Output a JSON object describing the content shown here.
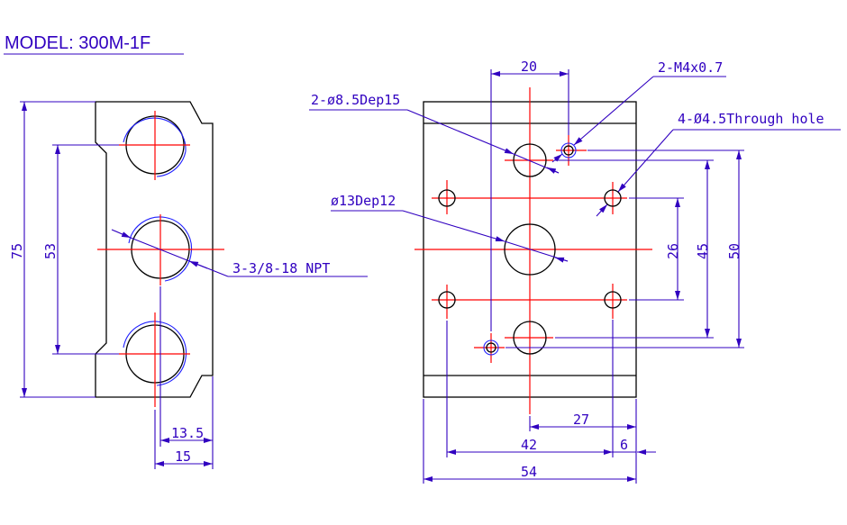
{
  "title": "MODEL: 300M-1F",
  "side_view": {
    "dims": {
      "height_total": "75",
      "port_spacing": "53",
      "depth_a": "13.5",
      "depth_b": "15"
    },
    "port_callout": "3-3/8-18 NPT"
  },
  "face_view": {
    "callouts": {
      "counterbore_small": "2-ø8.5Dep15",
      "counterbore_large": "ø13Dep12",
      "thread": "2-M4x0.7",
      "through_hole": "4-Ø4.5Through hole"
    },
    "dims": {
      "thread_spacing": "20",
      "hole_vert": "26",
      "bore_vert": "45",
      "thread_vert": "50",
      "center_to_edge": "27",
      "hole_horiz": "42",
      "edge_offset": "6",
      "width_total": "54"
    }
  },
  "colors": {
    "dimension": "#3000c0",
    "centerline": "#ff0000",
    "outline": "#000000"
  }
}
